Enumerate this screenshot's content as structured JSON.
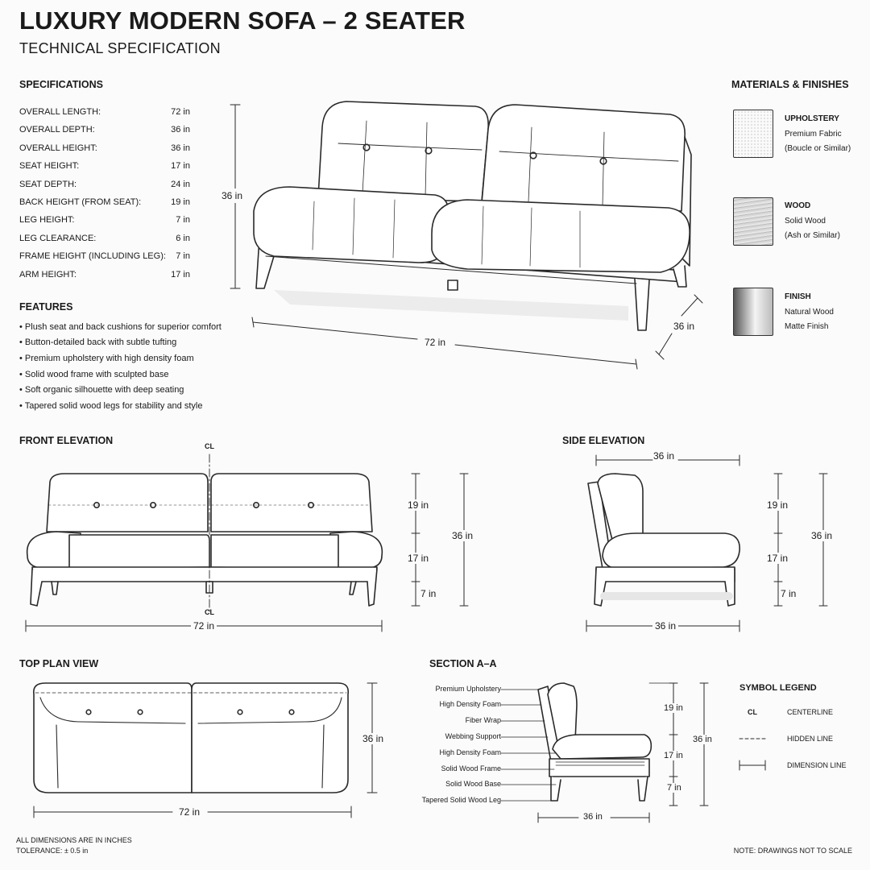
{
  "header": {
    "title": "LUXURY MODERN SOFA – 2 SEATER",
    "subtitle": "TECHNICAL SPECIFICATION"
  },
  "specifications": {
    "heading": "SPECIFICATIONS",
    "rows": [
      {
        "label": "OVERALL LENGTH:",
        "value": "72 in"
      },
      {
        "label": "OVERALL DEPTH:",
        "value": "36 in"
      },
      {
        "label": "OVERALL HEIGHT:",
        "value": "36 in"
      },
      {
        "label": "SEAT HEIGHT:",
        "value": "17 in"
      },
      {
        "label": "SEAT DEPTH:",
        "value": "24 in"
      },
      {
        "label": "BACK HEIGHT (FROM SEAT):",
        "value": "19 in"
      },
      {
        "label": "LEG HEIGHT:",
        "value": "7 in"
      },
      {
        "label": "LEG CLEARANCE:",
        "value": "6 in"
      },
      {
        "label": "FRAME HEIGHT (INCLUDING LEG):",
        "value": "7 in"
      },
      {
        "label": "ARM HEIGHT:",
        "value": "17 in"
      }
    ]
  },
  "features": {
    "heading": "FEATURES",
    "items": [
      "• Plush seat and back cushions for superior comfort",
      "• Button-detailed back with subtle tufting",
      "• Premium upholstery with high density foam",
      "• Solid wood frame with sculpted base",
      "• Soft organic silhouette with deep seating",
      "• Tapered solid wood legs for stability and style"
    ]
  },
  "materials": {
    "heading": "MATERIALS & FINISHES",
    "items": [
      {
        "name": "UPHOLSTERY",
        "line1": "Premium Fabric",
        "line2": "(Boucle or Similar)"
      },
      {
        "name": "WOOD",
        "line1": "Solid Wood",
        "line2": "(Ash or Similar)"
      },
      {
        "name": "FINISH",
        "line1": "Natural Wood",
        "line2": "Matte Finish"
      }
    ]
  },
  "hero": {
    "height": "36 in",
    "length": "72 in",
    "depth": "36 in"
  },
  "front_elevation": {
    "heading": "FRONT ELEVATION",
    "cl_top": "CL",
    "cl_bottom": "CL",
    "back": "19 in",
    "seat": "17 in",
    "leg": "7 in",
    "total": "36 in",
    "length": "72 in"
  },
  "side_elevation": {
    "heading": "SIDE ELEVATION",
    "depth_top": "36 in",
    "back": "19 in",
    "seat": "17 in",
    "leg": "7 in",
    "total": "36 in",
    "depth_bottom": "36 in"
  },
  "top_plan": {
    "heading": "TOP PLAN VIEW",
    "depth": "36 in",
    "length": "72 in"
  },
  "section": {
    "heading": "SECTION A–A",
    "callouts": [
      "Premium Upholstery",
      "High Density Foam",
      "Fiber Wrap",
      "Webbing Support",
      "High Density Foam",
      "Solid Wood Frame",
      "Solid Wood Base",
      "Tapered Solid Wood Leg"
    ],
    "back": "19 in",
    "seat": "17 in",
    "leg": "7 in",
    "total": "36 in",
    "depth": "36 in"
  },
  "legend": {
    "heading": "SYMBOL LEGEND",
    "items": [
      {
        "symbol": "CL",
        "label": "CENTERLINE"
      },
      {
        "symbol": "",
        "label": "HIDDEN LINE"
      },
      {
        "symbol": "",
        "label": "DIMENSION LINE"
      }
    ]
  },
  "footer": {
    "units": "ALL DIMENSIONS ARE IN INCHES",
    "tolerance": "TOLERANCE: ± 0.5 in",
    "note": "NOTE: DRAWINGS NOT TO SCALE"
  }
}
